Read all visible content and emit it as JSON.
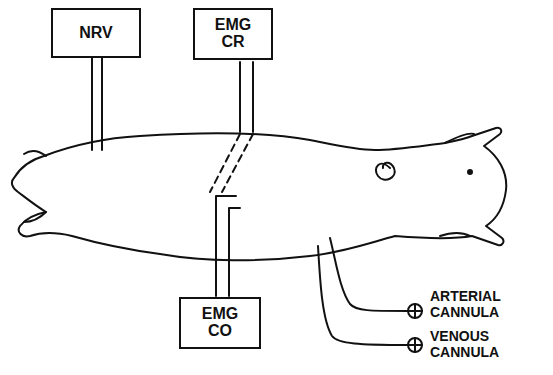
{
  "diagram": {
    "nodes": [
      {
        "text": [
          "NRV"
        ]
      },
      {
        "text": [
          "EMG CR"
        ]
      },
      {
        "text": [
          "EMG CO"
        ]
      }
    ],
    "labels": [
      "ARTERIAL CANNULA",
      "VENOUS CANNULA"
    ]
  }
}
